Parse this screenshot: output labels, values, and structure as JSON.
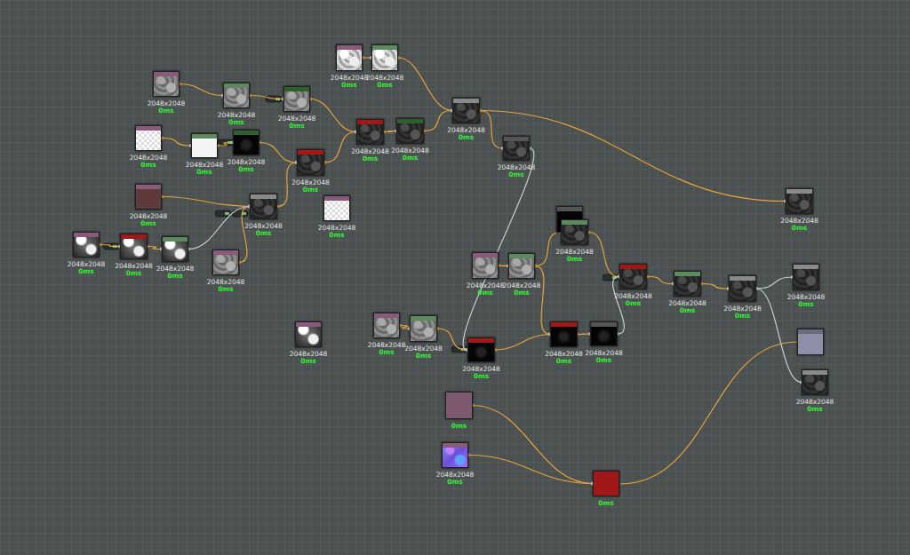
{
  "diagram": {
    "nodes": [
      {
        "text": [
          "2048x2048",
          "0ms"
        ]
      },
      {
        "text": [
          "2048x2048",
          "0ms"
        ]
      },
      {
        "text": [
          "2048x2048",
          "0ms"
        ]
      },
      {
        "text": [
          "2048x2048",
          "0ms"
        ]
      },
      {
        "text": [
          "2048x2048",
          "0ms"
        ]
      },
      {
        "text": [
          "2048x2048",
          "0ms"
        ]
      },
      {
        "text": [
          "2048x2048",
          "0ms"
        ]
      },
      {
        "text": [
          "2048x2048",
          "0ms"
        ]
      },
      {
        "text": [
          "2048x2048",
          "0ms"
        ]
      },
      {
        "text": [
          "2048x2048",
          "0ms"
        ]
      },
      {
        "text": [
          "2048x2048",
          "0ms"
        ]
      },
      {
        "text": [
          "2048x2048",
          "0ms"
        ]
      },
      {
        "text": [
          "2048x2048",
          "0ms"
        ]
      },
      {
        "text": [
          "2048x2048",
          "0ms"
        ]
      },
      {
        "text": [
          "2048x2048",
          "0ms"
        ]
      },
      {
        "text": [
          "2048x2048",
          "0ms"
        ]
      },
      {
        "text": [
          "2048x2048",
          "0ms"
        ]
      },
      {
        "text": [
          "2048x2048",
          "0ms"
        ]
      },
      {
        "text": [
          "2048x2048",
          "0ms"
        ]
      },
      {
        "text": [
          "2048x2048",
          "0ms"
        ]
      },
      {
        "text": [
          "2048x2048",
          "0ms"
        ]
      },
      {
        "text": [
          "2048x2048",
          "0ms"
        ]
      },
      {
        "text": [
          "2048x2048",
          "0ms"
        ]
      },
      {
        "text": [
          "2048x2048",
          "0ms"
        ]
      },
      {
        "text": [
          "2048x2048",
          "0ms"
        ]
      },
      {
        "text": [
          "2048x2048",
          "0ms"
        ]
      },
      {
        "text": [
          "2048x2048",
          "0ms"
        ]
      },
      {
        "text": [
          "2048x2048",
          "0ms"
        ]
      },
      {
        "text": [
          "2048x2048",
          "0ms"
        ]
      },
      {
        "text": [
          "2048x2048",
          "0ms"
        ]
      },
      {
        "text": [
          "2048x2048",
          "0ms"
        ]
      },
      {
        "text": [
          "2048x2048",
          "0ms"
        ]
      },
      {
        "text": [
          "2048x2048",
          "0ms"
        ]
      },
      {
        "text": [
          "2048x2048",
          "0ms"
        ]
      },
      {
        "text": [
          "2048x2048",
          "0ms"
        ]
      },
      {
        "text": [
          "0ms"
        ]
      },
      {
        "text": [
          "2048x2048",
          "0ms"
        ]
      },
      {
        "text": [
          "0ms"
        ]
      }
    ],
    "edges": [
      {
        "from": 0,
        "to": 1,
        "arrow": "none"
      },
      {
        "from": 1,
        "to": 2,
        "arrow": "none"
      },
      {
        "from": 2,
        "to": 9,
        "arrow": "none"
      },
      {
        "from": 3,
        "to": 4,
        "arrow": "none"
      },
      {
        "from": 4,
        "to": 5,
        "arrow": "none"
      },
      {
        "from": 6,
        "to": 7,
        "arrow": "none"
      },
      {
        "from": 7,
        "to": 8,
        "arrow": "none"
      },
      {
        "from": 8,
        "to": 11,
        "arrow": "none"
      },
      {
        "from": 11,
        "to": 9,
        "arrow": "none"
      },
      {
        "from": 9,
        "to": 10,
        "arrow": "none"
      },
      {
        "from": 10,
        "to": 5,
        "arrow": "none"
      },
      {
        "from": 5,
        "to": 12,
        "arrow": "none"
      },
      {
        "from": 5,
        "to": 26,
        "arrow": "none"
      },
      {
        "from": 13,
        "to": 14,
        "arrow": "none"
      },
      {
        "from": 14,
        "to": 11,
        "arrow": "none"
      },
      {
        "from": 16,
        "to": 17,
        "arrow": "none"
      },
      {
        "from": 17,
        "to": 18,
        "arrow": "none"
      },
      {
        "from": 18,
        "to": 14,
        "arrow": "none"
      },
      {
        "from": 19,
        "to": 14,
        "arrow": "none"
      },
      {
        "from": 12,
        "to": 31,
        "arrow": "none"
      },
      {
        "from": 29,
        "to": 30,
        "arrow": "none"
      },
      {
        "from": 30,
        "to": 31,
        "arrow": "none"
      },
      {
        "from": 31,
        "to": 32,
        "arrow": "none"
      },
      {
        "from": 21,
        "to": 22,
        "arrow": "none"
      },
      {
        "from": 22,
        "to": 32,
        "arrow": "none"
      },
      {
        "from": 22,
        "to": 20,
        "arrow": "none"
      },
      {
        "from": 20,
        "to": 23,
        "arrow": "none"
      },
      {
        "from": 32,
        "to": 33,
        "arrow": "none"
      },
      {
        "from": 33,
        "to": 23,
        "arrow": "none"
      },
      {
        "from": 23,
        "to": 24,
        "arrow": "none"
      },
      {
        "from": 24,
        "to": 25,
        "arrow": "none"
      },
      {
        "from": 25,
        "to": 27,
        "arrow": "none"
      },
      {
        "from": 25,
        "to": 34,
        "arrow": "none"
      },
      {
        "from": 35,
        "to": 37,
        "arrow": "none"
      },
      {
        "from": 36,
        "to": 37,
        "arrow": "none"
      }
    ]
  }
}
